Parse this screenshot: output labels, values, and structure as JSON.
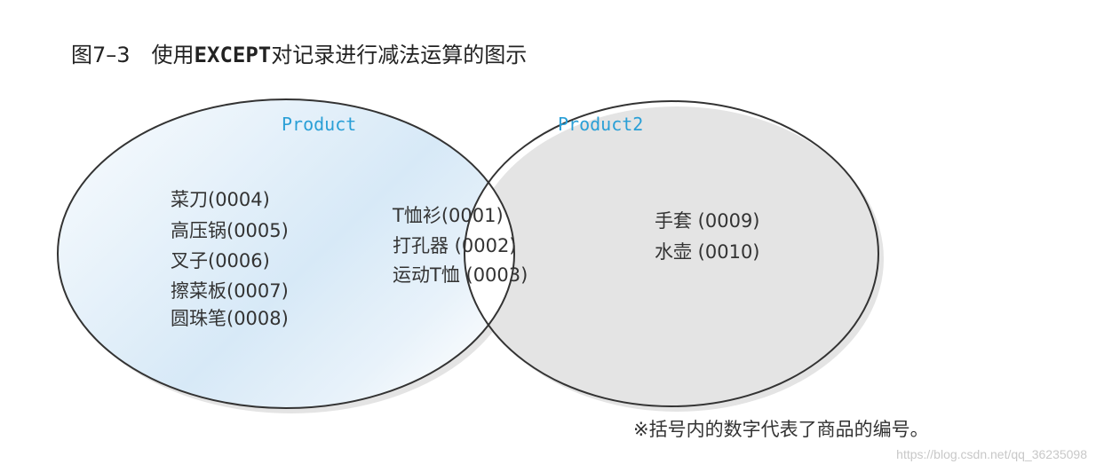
{
  "figure": {
    "number": "图7–3",
    "title_pre": "使用",
    "title_keyword": "EXCEPT",
    "title_post": "对记录进行减法运算的图示"
  },
  "sets": {
    "left": {
      "label": "Product",
      "items": [
        "菜刀(0004)",
        "高压锅(0005)",
        "叉子(0006)",
        "擦菜板(0007)",
        "圆珠笔(0008)"
      ]
    },
    "intersection": {
      "items": [
        "T恤衫(0001)",
        "打孔器 (0002)",
        "运动T恤 (0003)"
      ]
    },
    "right": {
      "label": "Product2",
      "items": [
        "手套 (0009)",
        "水壶 (0010)"
      ]
    }
  },
  "footnote": "※括号内的数字代表了商品的编号。",
  "watermark": "https://blog.csdn.net/qq_36235098",
  "colors": {
    "label": "#2a9fd6",
    "outline": "#333333",
    "shade_light": "#f4f9fd",
    "shade_dark": "#cfe4f5",
    "shadow": "#e2e2e2"
  }
}
